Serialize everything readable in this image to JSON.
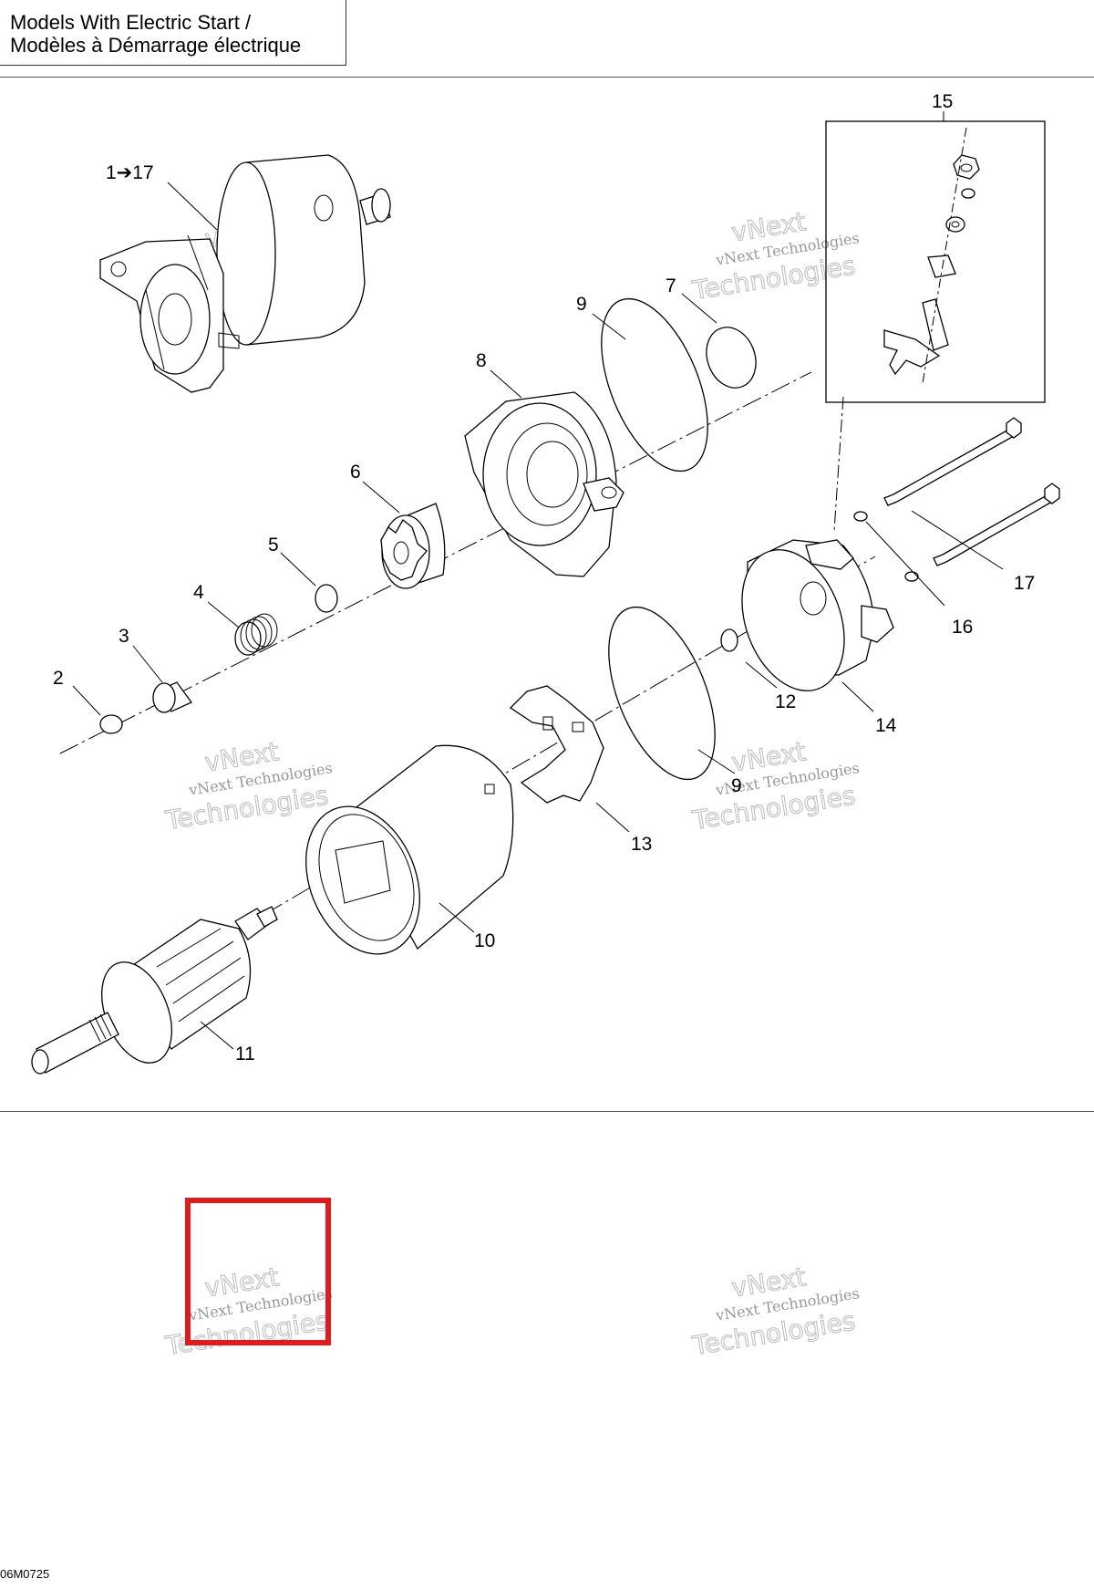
{
  "title": {
    "line_en": "Models With Electric Start /",
    "line_fr": "Modèles à Démarrage électrique"
  },
  "figure_code": "06M0725",
  "callouts": {
    "c1_17": "1➔17",
    "c2": "2",
    "c3": "3",
    "c4": "4",
    "c5": "5",
    "c6": "6",
    "c7": "7",
    "c8": "8",
    "c9a": "9",
    "c9b": "9",
    "c10": "10",
    "c11": "11",
    "c12": "12",
    "c13": "13",
    "c14": "14",
    "c15": "15",
    "c16": "16",
    "c17": "17"
  },
  "watermark": {
    "line1": "vNext Technologies",
    "line2": "vNext",
    "line3": "Technologies"
  },
  "colors": {
    "highlight": "#e01b1b"
  }
}
